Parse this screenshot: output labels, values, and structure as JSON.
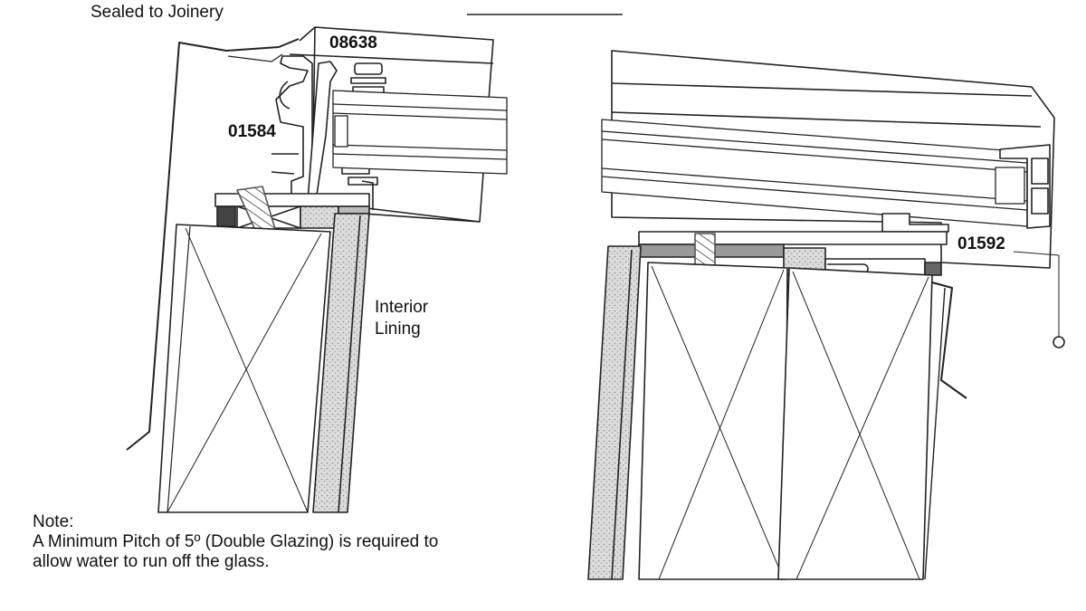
{
  "labels": {
    "sealed": "Sealed to Joinery",
    "part_08638": "08638",
    "part_01584": "01584",
    "part_01592": "01592",
    "interior_line1": "Interior",
    "interior_line2": "Lining"
  },
  "note": {
    "heading": "Note:",
    "line1": "A Minimum Pitch of 5º (Double Glazing) is required to",
    "line2": "allow water to run off the glass."
  }
}
